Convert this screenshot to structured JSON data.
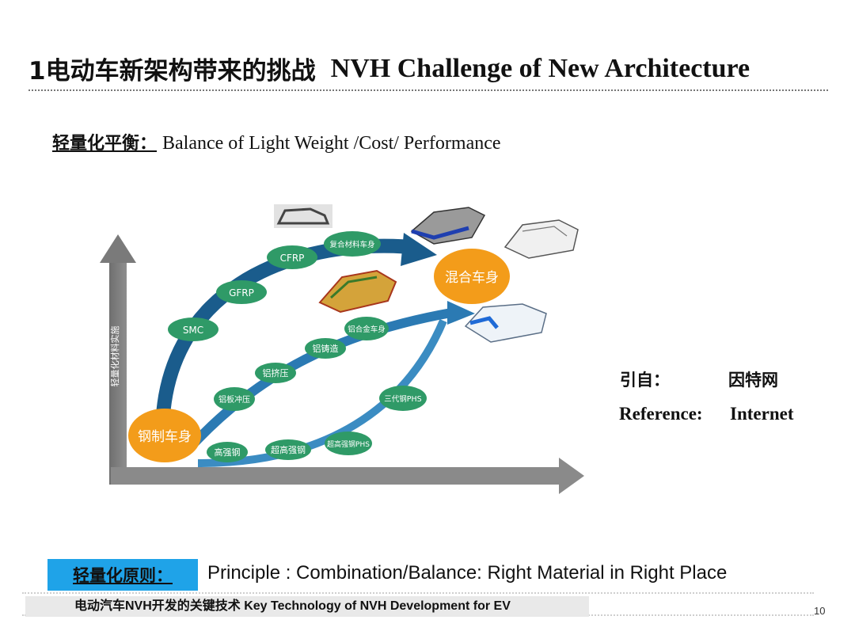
{
  "title": {
    "zh": "1电动车新架构带来的挑战",
    "en": "NVH Challenge of  New Architecture"
  },
  "subtitle": {
    "zh": "轻量化平衡：",
    "en": "Balance of Light Weight /Cost/ Performance"
  },
  "diagram": {
    "y_axis_label": "轻量化材料实施",
    "start_node": "钢制车身",
    "end_node": "混合车身",
    "outer_path_nodes": [
      "SMC",
      "GFRP",
      "CFRP",
      "复合材料车身"
    ],
    "middle_path_nodes": [
      "铝板冲压",
      "铝挤压",
      "铝铸造",
      "铝合金车身"
    ],
    "bottom_path_nodes": [
      "高强钢",
      "超高强钢",
      "超高强钢PHS",
      "三代钢PHS"
    ]
  },
  "reference": {
    "zh_label": "引自：",
    "zh_value": "因特网",
    "en_label": "Reference:",
    "en_value": "Internet"
  },
  "principle": {
    "label": "轻量化原则：",
    "text": "Principle : Combination/Balance: Right Material in Right Place"
  },
  "footer": {
    "text": "电动汽车NVH开发的关键技术  Key Technology of NVH Development for EV",
    "page": "10"
  },
  "colors": {
    "node_green": "#2f9a67",
    "arrow_blue": "#1a5c8c",
    "orange": "#f39c1a",
    "axis_gray": "#7d7d7d",
    "highlight_blue": "#1fa3e8"
  }
}
